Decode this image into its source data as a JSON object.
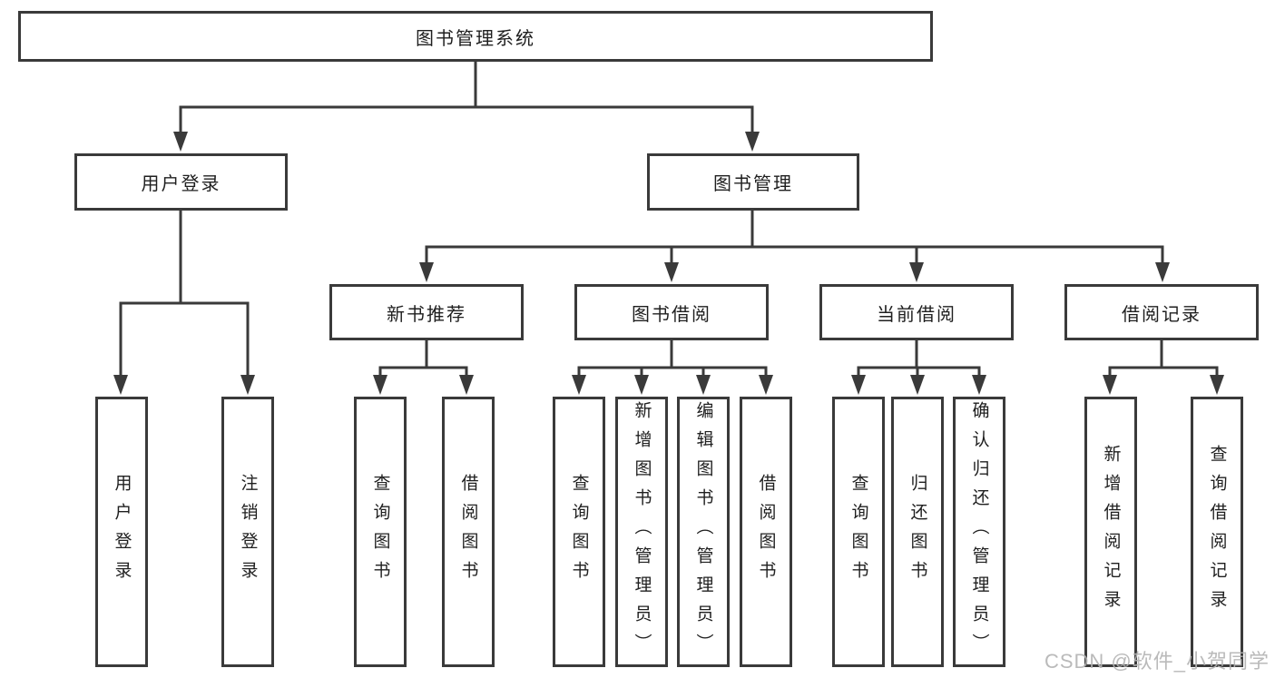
{
  "tree": {
    "label": "图书管理系统",
    "children": [
      {
        "label": "用户登录",
        "children": [
          {
            "label": "用户登录"
          },
          {
            "label": "注销登录"
          }
        ]
      },
      {
        "label": "图书管理",
        "children": [
          {
            "label": "新书推荐",
            "children": [
              {
                "label": "查询图书"
              },
              {
                "label": "借阅图书"
              }
            ]
          },
          {
            "label": "图书借阅",
            "children": [
              {
                "label": "查询图书"
              },
              {
                "label": "新增图书（管理员）"
              },
              {
                "label": "编辑图书（管理员）"
              },
              {
                "label": "借阅图书"
              }
            ]
          },
          {
            "label": "当前借阅",
            "children": [
              {
                "label": "查询图书"
              },
              {
                "label": "归还图书"
              },
              {
                "label": "确认归还（管理员）"
              }
            ]
          },
          {
            "label": "借阅记录",
            "children": [
              {
                "label": "新增借阅记录"
              },
              {
                "label": "查询借阅记录"
              }
            ]
          }
        ]
      }
    ]
  },
  "watermark": "CSDN @软件_小贺同学",
  "colors": {
    "line": "#3a3a3a",
    "text": "#1f1f1f",
    "watermark": "#b3b3b3",
    "background": "#ffffff"
  }
}
